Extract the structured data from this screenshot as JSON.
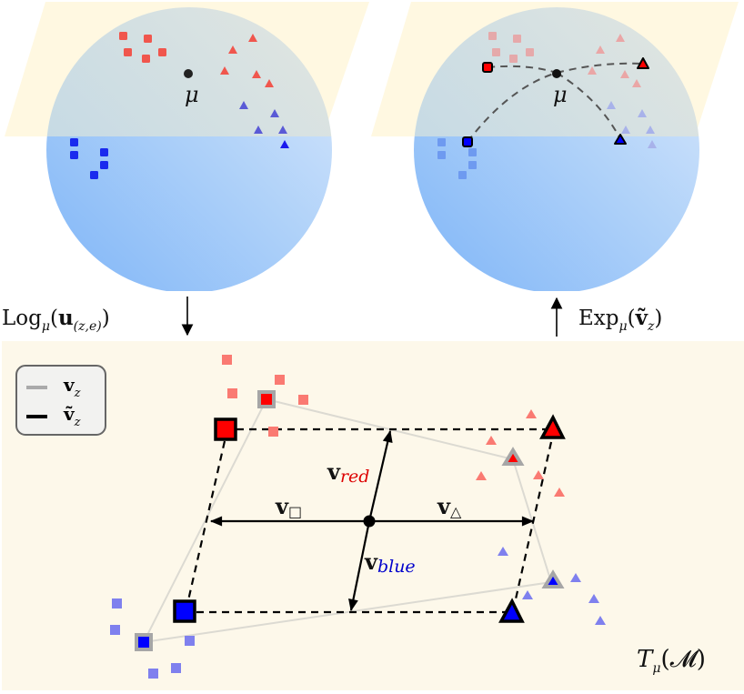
{
  "figure": {
    "type": "manifold-tangent-space-diagram",
    "colors": {
      "plane_fill": "#fff8e1",
      "sphere_top": "#c9dff0",
      "sphere_bottom_light": "#cde2fb",
      "sphere_bottom_dark": "#86bcf8",
      "tangent_bg": "#fdf8ea",
      "red": "#ff0000",
      "red_faded": "#f87a72",
      "blue": "#0000ff",
      "blue_faded": "#8080f0",
      "geodesic": "#555555",
      "gray_edge": "#dddddd",
      "legend_gray": "#aaaaaa",
      "legend_black": "#000000"
    }
  },
  "top_left_panel": {
    "mu_label": "μ",
    "description": "Sphere manifold with data points (red/blue squares and triangles) around mean μ"
  },
  "top_right_panel": {
    "mu_label": "μ",
    "description": "Sphere with geodesics from μ to class-attribute prototypes"
  },
  "arrows": {
    "log_map": {
      "prefix": "Log",
      "sub": "μ",
      "arg_open": "(",
      "arg_bold": "u",
      "arg_sub": "(z,e)",
      "arg_close": ")",
      "direction": "down"
    },
    "exp_map": {
      "prefix": "Exp",
      "sub": "μ",
      "arg_open": "(",
      "arg_bold": "ṽ",
      "arg_sub": "z",
      "arg_close": ")",
      "direction": "up"
    }
  },
  "legend": {
    "items": [
      {
        "symbol": "v",
        "sub": "z",
        "line_color": "#aaaaaa"
      },
      {
        "symbol": "ṽ",
        "sub": "z",
        "line_color": "#000000"
      }
    ]
  },
  "tangent_panel": {
    "label_main": "T",
    "label_sub": "μ",
    "label_arg": "(𝓜)",
    "vectors": [
      {
        "name": "v",
        "sub": "red",
        "sub_color": "#dd0000"
      },
      {
        "name": "v",
        "sub": "blue",
        "sub_color": "#0000cc"
      },
      {
        "name": "v",
        "sub": "□",
        "sub_color": "#111111"
      },
      {
        "name": "v",
        "sub": "△",
        "sub_color": "#111111"
      }
    ]
  }
}
